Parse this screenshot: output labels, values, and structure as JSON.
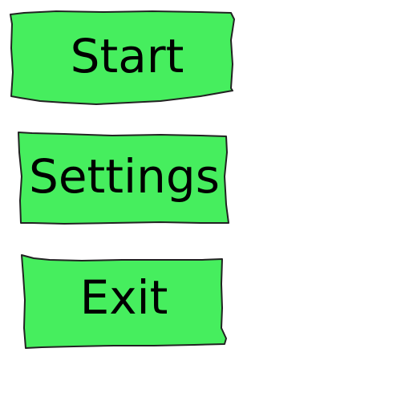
{
  "menu": {
    "buttons": [
      {
        "label": "Start"
      },
      {
        "label": "Settings"
      },
      {
        "label": "Exit"
      }
    ]
  },
  "colors": {
    "button_fill": "#46ee5e",
    "button_border": "#222222",
    "text": "#000000",
    "background": "#ffffff"
  }
}
